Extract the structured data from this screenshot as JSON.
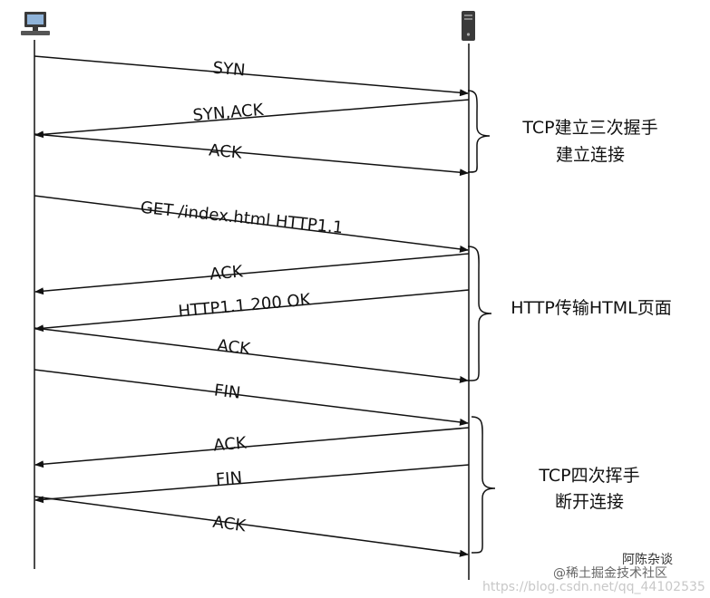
{
  "messages": [
    {
      "label": "SYN"
    },
    {
      "label": "SYN,ACK"
    },
    {
      "label": "ACK"
    },
    {
      "label": "GET /index.html HTTP1.1"
    },
    {
      "label": "ACK"
    },
    {
      "label": "HTTP1.1 200 OK"
    },
    {
      "label": "ACK"
    },
    {
      "label": "FIN"
    },
    {
      "label": "ACK"
    },
    {
      "label": "FIN"
    },
    {
      "label": "ACK"
    }
  ],
  "phases": [
    {
      "lines": [
        "TCP建立三次握手",
        "建立连接"
      ]
    },
    {
      "lines": [
        "HTTP传输HTML页面"
      ]
    },
    {
      "lines": [
        "TCP四次挥手",
        "断开连接"
      ]
    }
  ],
  "watermark": {
    "url_text": "https://blog.csdn.net/qq_44102535",
    "brand_text": "@稀土掘金技术社区",
    "overlay_text": "阿陈杂谈"
  },
  "icons": {
    "client": "desktop-computer-icon",
    "server": "server-tower-icon"
  }
}
